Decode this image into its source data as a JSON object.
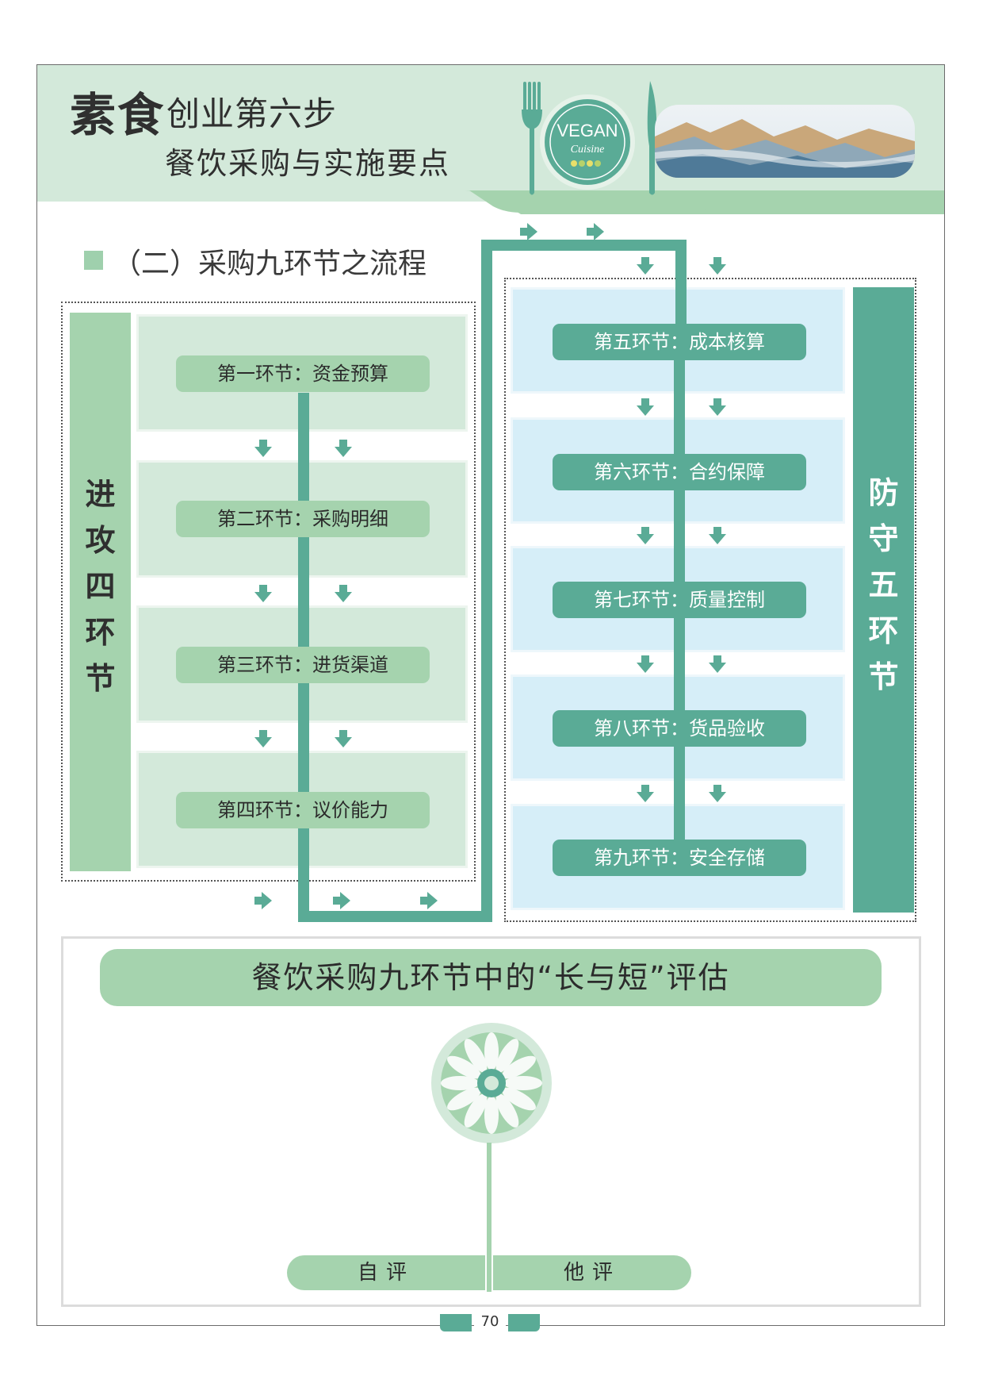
{
  "header": {
    "title_big": "素食",
    "title_rest": "创业第六步",
    "subtitle": "餐饮采购与实施要点",
    "badge": {
      "main": "VEGAN",
      "script": "Cuisine"
    }
  },
  "section": {
    "title": "（二）采购九环节之流程"
  },
  "offense": {
    "label": "进\n攻\n四\n环\n节",
    "steps": [
      "第一环节：资金预算",
      "第二环节：采购明细",
      "第三环节：进货渠道",
      "第四环节：议价能力"
    ]
  },
  "defense": {
    "label": "防\n守\n五\n环\n节",
    "steps": [
      "第五环节：成本核算",
      "第六环节：合约保障",
      "第七环节：质量控制",
      "第八环节：货品验收",
      "第九环节：安全存储"
    ]
  },
  "evaluation": {
    "banner": "餐饮采购九环节中的“长与短”评估",
    "self": "自评",
    "other": "他评"
  },
  "footer": {
    "page_number": "70"
  },
  "colors": {
    "green_dark": "#5aab96",
    "green_light": "#a5d3ae",
    "green_pale": "#d3e9da",
    "blue_pale": "#d6eef8"
  }
}
